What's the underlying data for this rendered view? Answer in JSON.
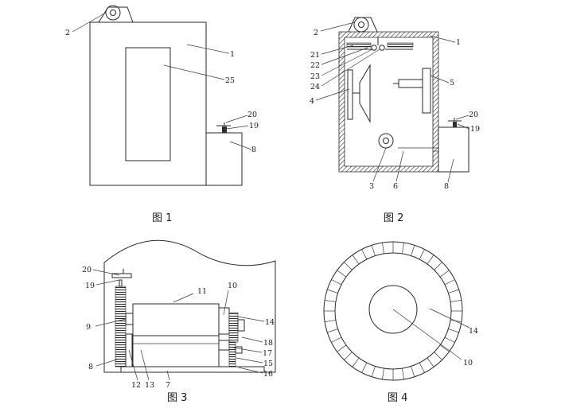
{
  "captions": {
    "fig1": "图 1",
    "fig2": "图 2",
    "fig3": "图 3",
    "fig4": "图 4"
  },
  "fig1_labels": {
    "l2": "2",
    "l1": "1",
    "l25": "25",
    "l20": "20",
    "l19": "19",
    "l8": "8"
  },
  "fig2_labels": {
    "l2": "2",
    "l1": "1",
    "l21": "21",
    "l22": "22",
    "l23": "23",
    "l24": "24",
    "l4": "4",
    "l5": "5",
    "l20": "20",
    "l19": "19",
    "l3": "3",
    "l6": "6",
    "l8": "8"
  },
  "fig3_labels": {
    "l20": "20",
    "l19": "19",
    "l11": "11",
    "l10": "10",
    "l9": "9",
    "l14": "14",
    "l18": "18",
    "l17": "17",
    "l15": "15",
    "l16": "16",
    "l8": "8",
    "l12": "12",
    "l13": "13",
    "l7": "7"
  },
  "fig4_labels": {
    "l14": "14",
    "l10": "10"
  }
}
